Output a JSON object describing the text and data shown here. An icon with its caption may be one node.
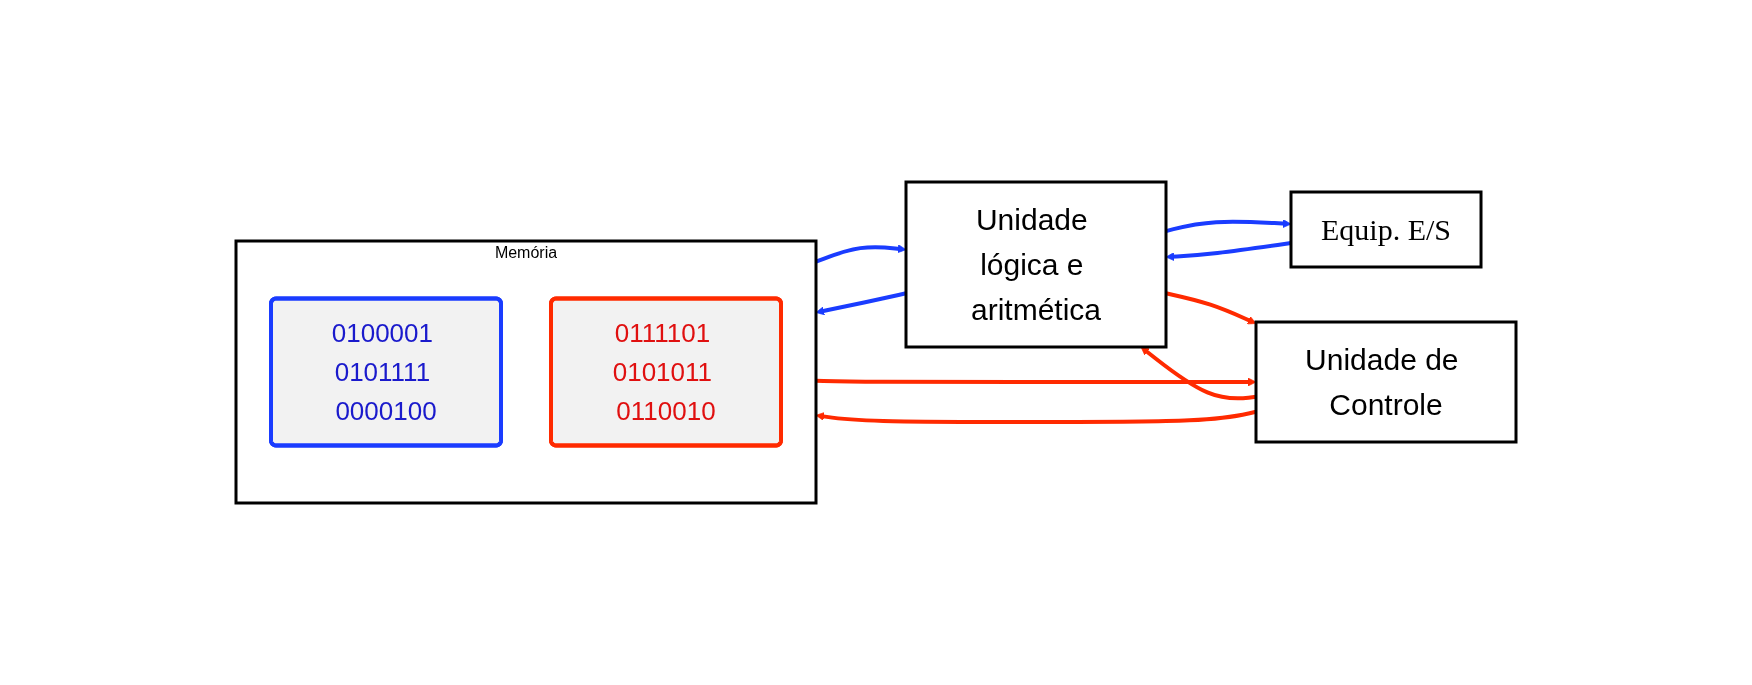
{
  "diagram": {
    "nodes": [
      {
        "text": [
          "Memória"
        ]
      },
      {
        "text": [
          "0100001 0101111 0000100"
        ],
        "in": 0
      },
      {
        "text": [
          "0111101 0101011 0110010"
        ],
        "in": 0
      },
      {
        "text": [
          "Unidade lógica e aritmética"
        ]
      },
      {
        "text": [
          "Unidade de Controle"
        ]
      },
      {
        "text": [
          "Equip. E/S"
        ]
      }
    ],
    "edges": [
      {
        "from": 0,
        "to": 3,
        "arrow": "to",
        "color": "#1a3cff"
      },
      {
        "from": 3,
        "to": 0,
        "arrow": "to",
        "color": "#1a3cff"
      },
      {
        "from": 3,
        "to": 5,
        "arrow": "to",
        "color": "#1a3cff"
      },
      {
        "from": 5,
        "to": 3,
        "arrow": "to",
        "color": "#1a3cff"
      },
      {
        "from": 4,
        "to": 3,
        "arrow": "to",
        "color": "#ff2a00"
      },
      {
        "from": 3,
        "to": 4,
        "arrow": "to",
        "color": "#ff2a00"
      },
      {
        "from": 0,
        "to": 4,
        "arrow": "to",
        "color": "#ff2a00"
      },
      {
        "from": 4,
        "to": 0,
        "arrow": "to",
        "color": "#ff2a00"
      }
    ]
  }
}
